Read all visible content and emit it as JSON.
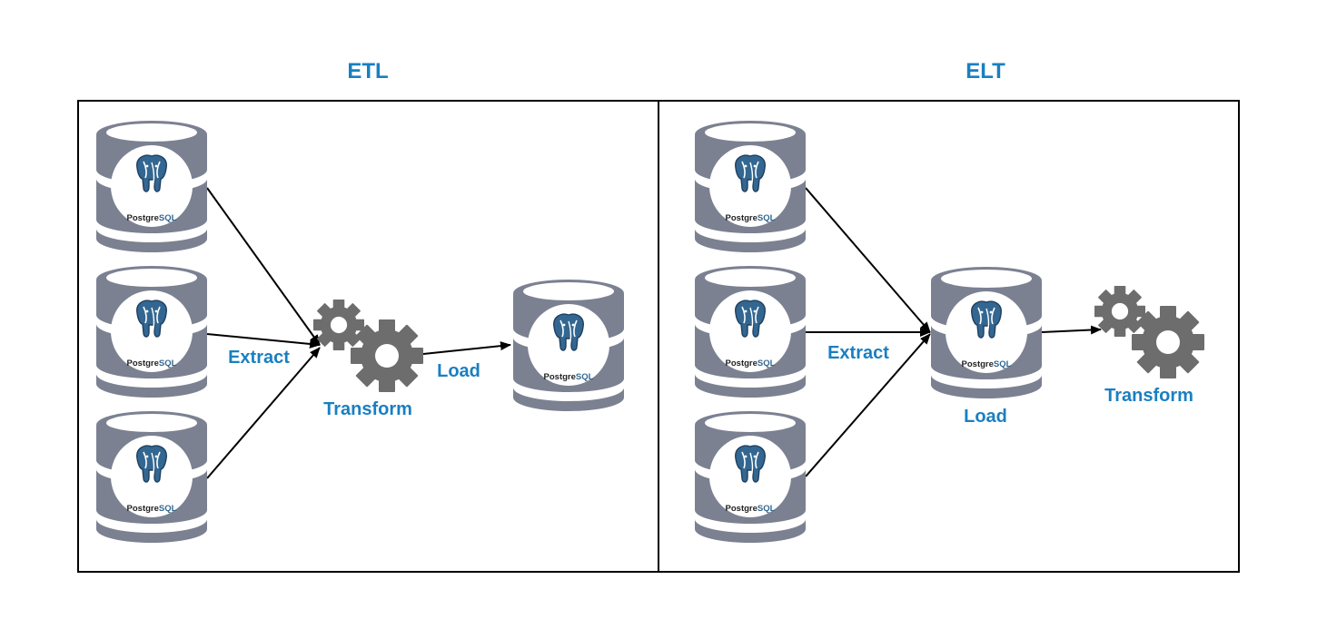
{
  "etl": {
    "title": "ETL",
    "extract_label": "Extract",
    "transform_label": "Transform",
    "load_label": "Load"
  },
  "elt": {
    "title": "ELT",
    "extract_label": "Extract",
    "load_label": "Load",
    "transform_label": "Transform"
  },
  "database": {
    "logo_text_a": "Postgre",
    "logo_text_b": "SQL"
  },
  "colors": {
    "label": "#1a7fc1",
    "cylinder": "#7b8191",
    "gear": "#6d6d6d",
    "elephant": "#336791",
    "border": "#000000"
  },
  "icons": [
    "database-cylinder-icon",
    "postgresql-logo-icon",
    "gear-icon",
    "arrow-icon"
  ]
}
